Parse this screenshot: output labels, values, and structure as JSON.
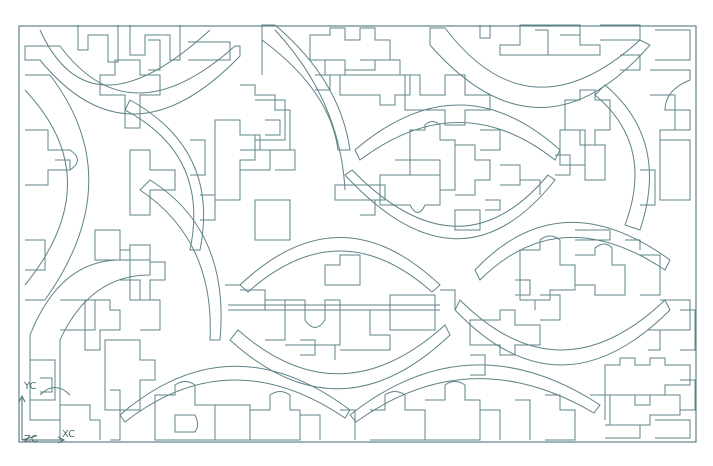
{
  "viewport": {
    "axis_labels": {
      "y": "YC",
      "x": "XC",
      "z": "ZC"
    }
  },
  "colors": {
    "line": "#5e8387",
    "background": "#ffffff"
  },
  "icons": {
    "triad": "wcs-triad-icon"
  }
}
